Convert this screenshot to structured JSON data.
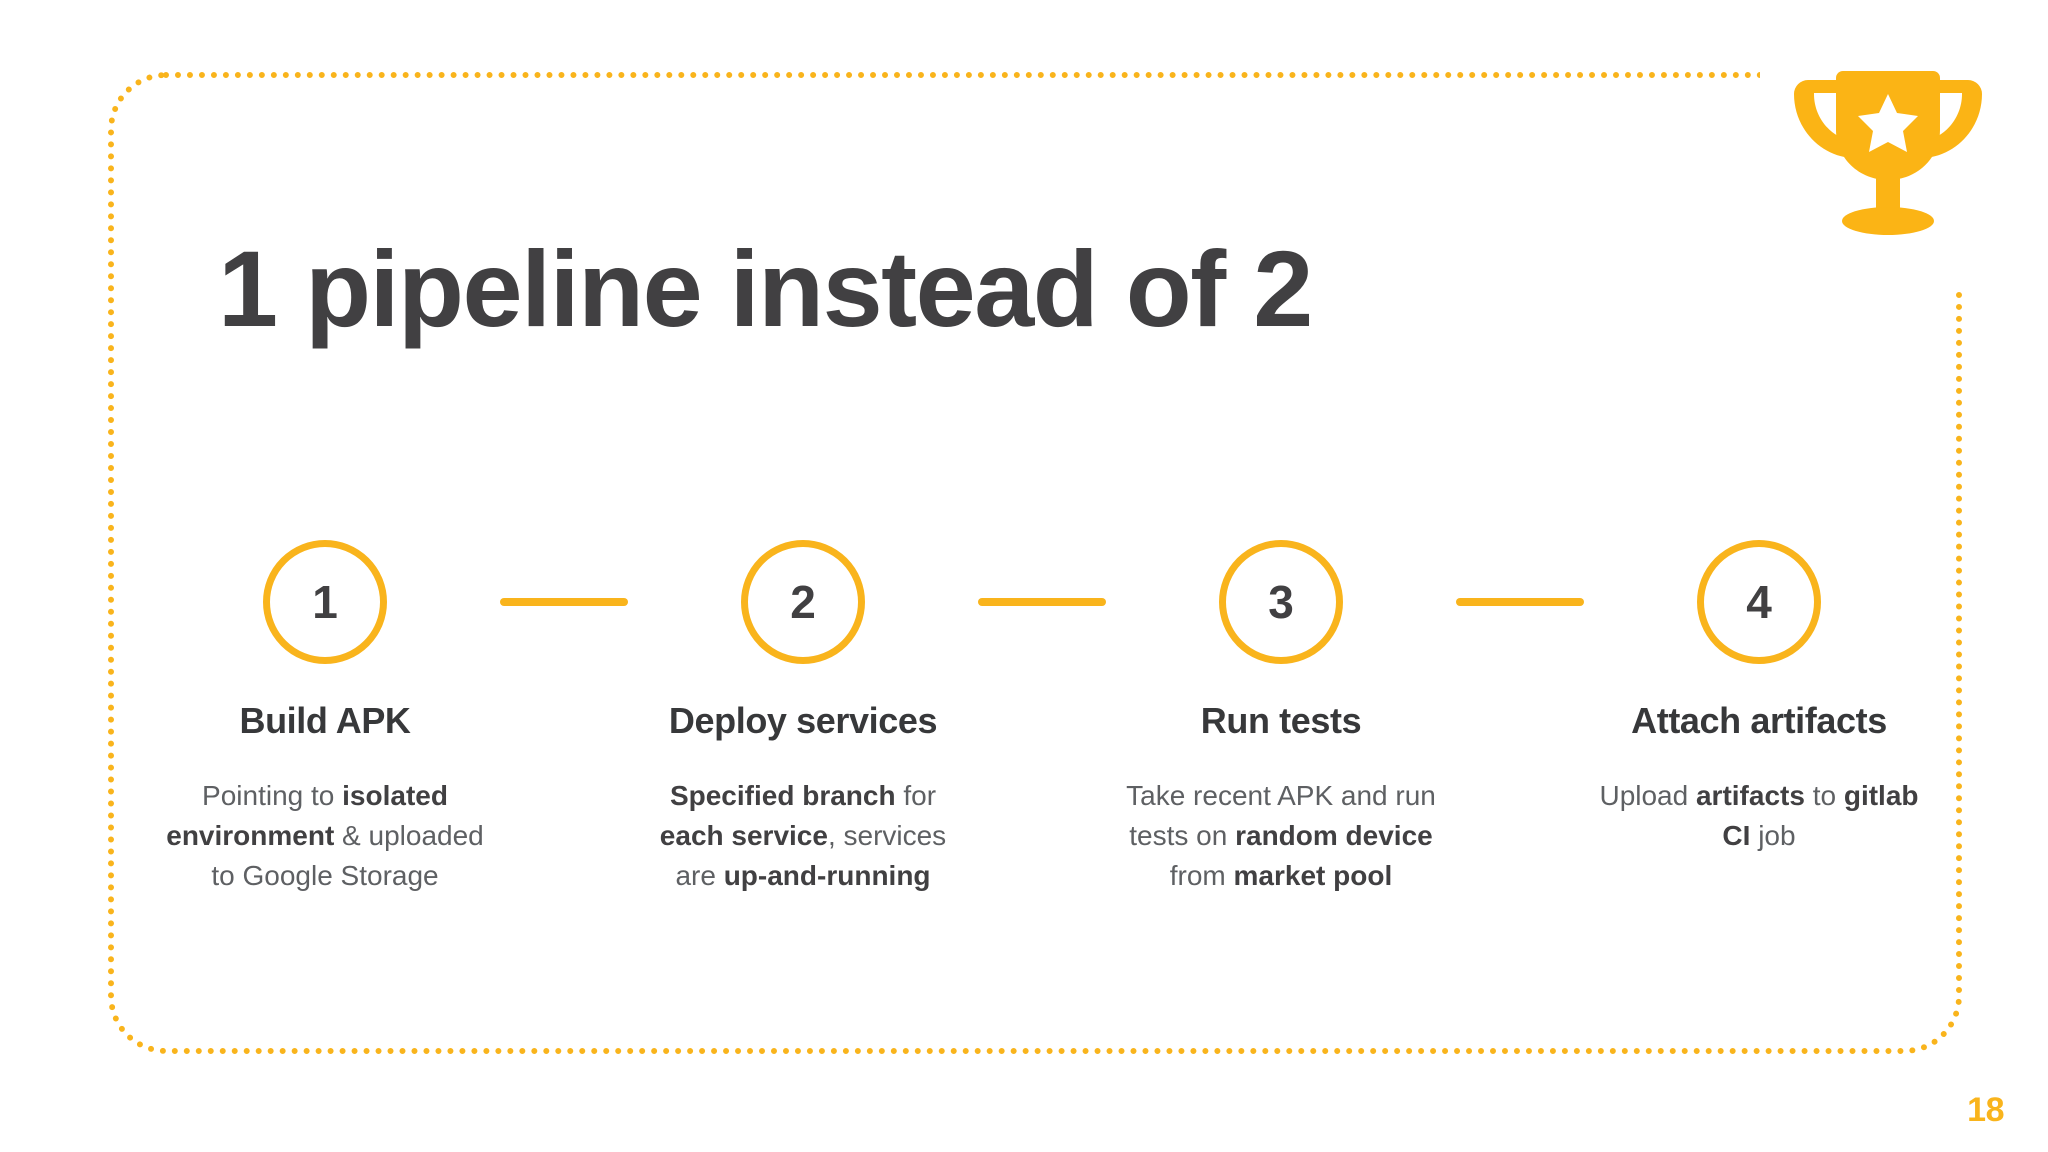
{
  "slide": {
    "title": "1 pipeline instead of 2",
    "page_number": "18",
    "accent_color": "#F9B41C",
    "text_color": "#414042",
    "background_color": "#FFFFFF",
    "decoration_icon": "trophy-icon"
  },
  "steps": [
    {
      "number": "1",
      "title": "Build APK",
      "desc_parts": [
        {
          "text": "Pointing to ",
          "bold": false
        },
        {
          "text": "isolated environment",
          "bold": true
        },
        {
          "text": " & uploaded to Google Storage",
          "bold": false
        }
      ]
    },
    {
      "number": "2",
      "title": "Deploy services",
      "desc_parts": [
        {
          "text": "Specified branch",
          "bold": true
        },
        {
          "text": " for ",
          "bold": false
        },
        {
          "text": "each service",
          "bold": true
        },
        {
          "text": ", services are ",
          "bold": false
        },
        {
          "text": "up-and-running",
          "bold": true
        }
      ]
    },
    {
      "number": "3",
      "title": "Run tests",
      "desc_parts": [
        {
          "text": "Take recent APK and run tests on ",
          "bold": false
        },
        {
          "text": "random device",
          "bold": true
        },
        {
          "text": " from ",
          "bold": false
        },
        {
          "text": "market pool",
          "bold": true
        }
      ]
    },
    {
      "number": "4",
      "title": "Attach artifacts",
      "desc_parts": [
        {
          "text": "Upload ",
          "bold": false
        },
        {
          "text": "artifacts",
          "bold": true
        },
        {
          "text": " to ",
          "bold": false
        },
        {
          "text": "gitlab CI",
          "bold": true
        },
        {
          "text": " job",
          "bold": false
        }
      ]
    }
  ]
}
